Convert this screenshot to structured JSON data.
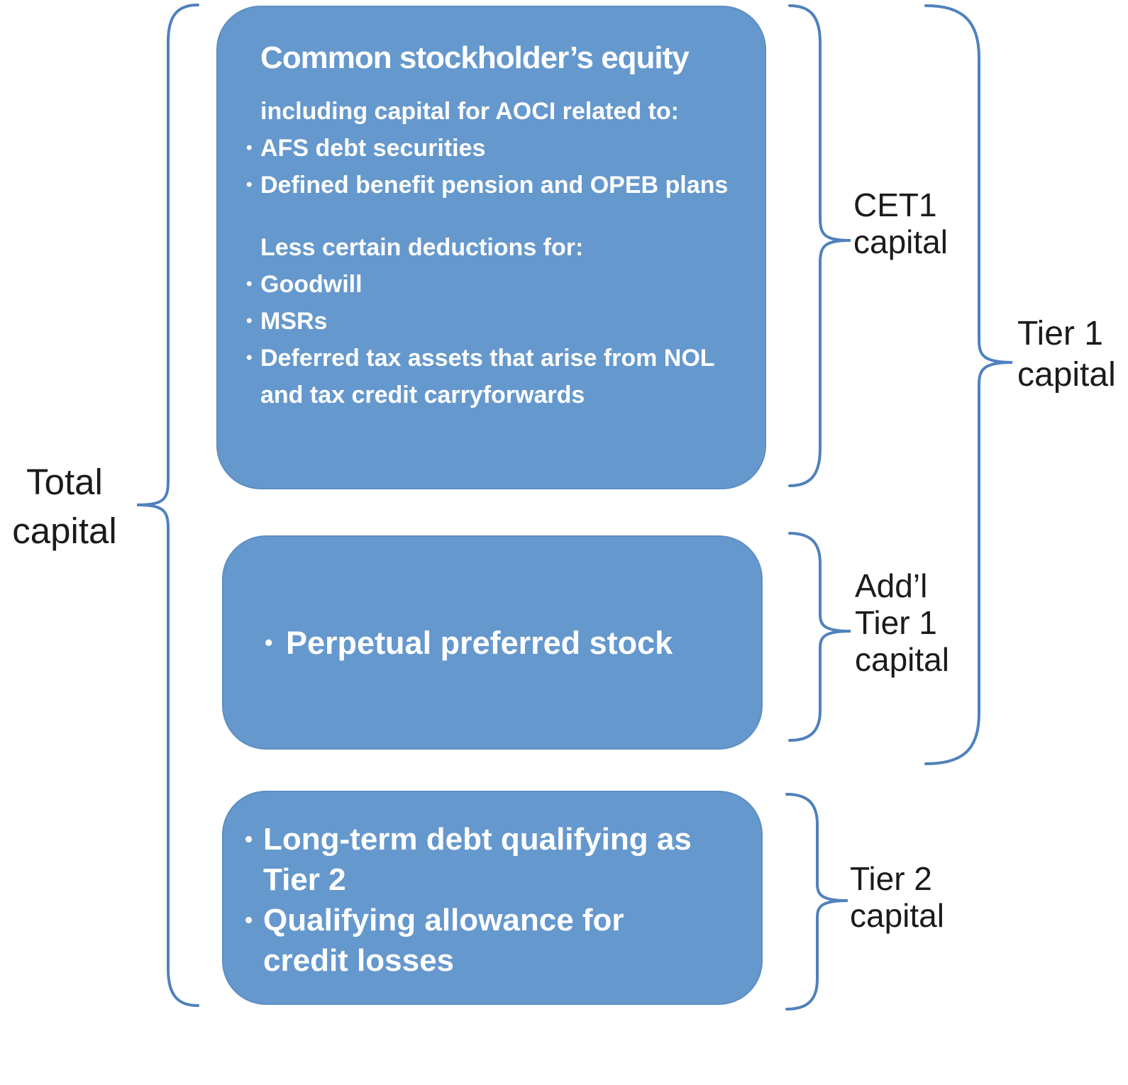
{
  "diagram": {
    "bullet_char": "•",
    "boxes": [
      {
        "id": "cet1-components",
        "title": "Common stockholder’s equity",
        "subtitle": "including capital for AOCI related to:",
        "bullets1": [
          "AFS debt securities",
          "Defined benefit pension and OPEB plans"
        ],
        "subtitle2": "Less certain deductions for:",
        "bullets2": [
          "Goodwill",
          "MSRs",
          "Deferred tax assets that arise from NOL and tax credit carryforwards"
        ]
      },
      {
        "id": "additional-tier1-components",
        "bullets": [
          "Perpetual preferred stock"
        ]
      },
      {
        "id": "tier2-components",
        "bullets": [
          "Long-term debt qualifying as Tier 2",
          "Qualifying allowance for credit losses"
        ]
      }
    ],
    "labels": {
      "total": [
        "Total",
        "capital"
      ],
      "cet1": [
        "CET1",
        "capital"
      ],
      "additional_tier1": [
        "Add’l",
        "Tier 1",
        "capital"
      ],
      "tier1": [
        "Tier 1",
        "capital"
      ],
      "tier2": [
        "Tier 2",
        "capital"
      ]
    },
    "colors": {
      "box_fill": "#6598cd",
      "box_edge": "#5d8ec2",
      "box_text": "#ffffff",
      "brace_stroke": "#4f81bd",
      "label_text": "#1b1b1b"
    }
  }
}
